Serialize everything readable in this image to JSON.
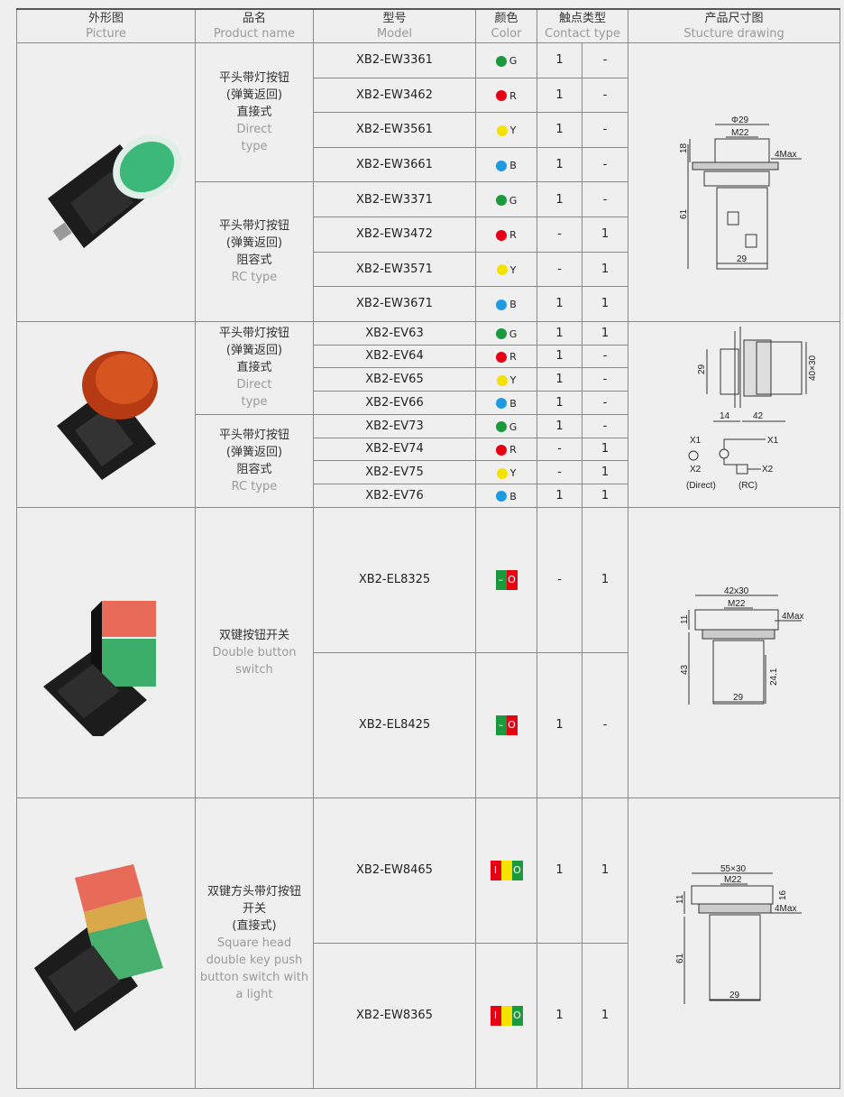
{
  "header": {
    "picture": {
      "zh": "外形图",
      "en": "Picture"
    },
    "product_name": {
      "zh": "品名",
      "en": "Product name"
    },
    "model": {
      "zh": "型号",
      "en": "Model"
    },
    "color": {
      "zh": "颜色",
      "en": "Color"
    },
    "contact": {
      "zh": "触点类型",
      "en": "Contact type"
    },
    "drawing": {
      "zh": "产品尺寸图",
      "en": "Stucture drawing"
    }
  },
  "colors": {
    "G": "#1a9a3c",
    "R": "#e60012",
    "Y": "#f4e200",
    "B": "#1e9be0"
  },
  "sections": [
    {
      "photo": "green-flush-illuminated-button",
      "groups": [
        {
          "name_zh": [
            "平头带灯按钮",
            "(弹簧返回)",
            "直接式"
          ],
          "name_en": [
            "Direct",
            "type"
          ],
          "rows": [
            {
              "model": "XB2-EW3361",
              "color": "G",
              "no": "1",
              "nc": "-"
            },
            {
              "model": "XB2-EW3462",
              "color": "R",
              "no": "1",
              "nc": "-"
            },
            {
              "model": "XB2-EW3561",
              "color": "Y",
              "no": "1",
              "nc": "-"
            },
            {
              "model": "XB2-EW3661",
              "color": "B",
              "no": "1",
              "nc": "-"
            }
          ]
        },
        {
          "name_zh": [
            "平头带灯按钮",
            "(弹簧返回)",
            "阻容式"
          ],
          "name_en": [
            "RC type"
          ],
          "rows": [
            {
              "model": "XB2-EW3371",
              "color": "G",
              "no": "1",
              "nc": "-"
            },
            {
              "model": "XB2-EW3472",
              "color": "R",
              "no": "-",
              "nc": "1"
            },
            {
              "model": "XB2-EW3571",
              "color": "Y",
              "no": "-",
              "nc": "1"
            },
            {
              "model": "XB2-EW3671",
              "color": "B",
              "no": "1",
              "nc": "1"
            }
          ]
        }
      ],
      "drawing": {
        "a": "Φ29",
        "b": "M22",
        "c": "18",
        "d": "4Max",
        "e": "61",
        "f": "29"
      }
    },
    {
      "photo": "red-pilot-light-button",
      "groups": [
        {
          "name_zh": [
            "平头带灯按钮",
            "(弹簧返回)",
            "直接式"
          ],
          "name_en": [
            "Direct",
            "type"
          ],
          "rows": [
            {
              "model": "XB2-EV63",
              "color": "G",
              "no": "1",
              "nc": "1"
            },
            {
              "model": "XB2-EV64",
              "color": "R",
              "no": "1",
              "nc": "-"
            },
            {
              "model": "XB2-EV65",
              "color": "Y",
              "no": "1",
              "nc": "-"
            },
            {
              "model": "XB2-EV66",
              "color": "B",
              "no": "1",
              "nc": "-"
            }
          ]
        },
        {
          "name_zh": [
            "平头带灯按钮",
            "(弹簧返回)",
            "阻容式"
          ],
          "name_en": [
            "RC type"
          ],
          "rows": [
            {
              "model": "XB2-EV73",
              "color": "G",
              "no": "1",
              "nc": "-"
            },
            {
              "model": "XB2-EV74",
              "color": "R",
              "no": "-",
              "nc": "1"
            },
            {
              "model": "XB2-EV75",
              "color": "Y",
              "no": "-",
              "nc": "1"
            },
            {
              "model": "XB2-EV76",
              "color": "B",
              "no": "1",
              "nc": "1"
            }
          ]
        }
      ],
      "drawing": {
        "a": "29",
        "b": "40×30",
        "c": "14",
        "d": "42",
        "x1a": "X1",
        "x2a": "X2",
        "x1b": "X1",
        "x2b": "X2",
        "direct": "(Direct)",
        "rc": "(RC)"
      }
    },
    {
      "photo": "double-button-switch",
      "groups": [
        {
          "name_zh": [
            "双键按钮开关"
          ],
          "name_en": [
            "Double button",
            "switch"
          ],
          "rows": [
            {
              "model": "XB2-EL8325",
              "color": "GR",
              "no": "-",
              "nc": "1"
            },
            {
              "model": "XB2-EL8425",
              "color": "GR",
              "no": "1",
              "nc": "-"
            }
          ]
        }
      ],
      "swatch": {
        "segments": [
          "#1a9a3c",
          "#e60012"
        ],
        "labels": [
          "–",
          "O"
        ]
      },
      "drawing": {
        "a": "42x30",
        "b": "M22",
        "c": "4Max",
        "d": "11",
        "e": "43",
        "f": "24.1",
        "g": "29"
      }
    },
    {
      "photo": "square-double-key-illuminated-switch",
      "groups": [
        {
          "name_zh": [
            "双键方头带灯按钮",
            "开关",
            "(直接式)"
          ],
          "name_en": [
            "Square head",
            "double key push",
            "button switch with",
            "a light"
          ],
          "rows": [
            {
              "model": "XB2-EW8465",
              "color": "RYG",
              "no": "1",
              "nc": "1"
            },
            {
              "model": "XB2-EW8365",
              "color": "RYG",
              "no": "1",
              "nc": "1"
            }
          ]
        }
      ],
      "swatch": {
        "segments": [
          "#e60012",
          "#f4e200",
          "#1a9a3c"
        ],
        "labels": [
          "I",
          "",
          "O"
        ]
      },
      "drawing": {
        "a": "55×30",
        "b": "M22",
        "c": "16",
        "d": "11",
        "e": "4Max",
        "f": "61",
        "g": "29"
      }
    }
  ]
}
